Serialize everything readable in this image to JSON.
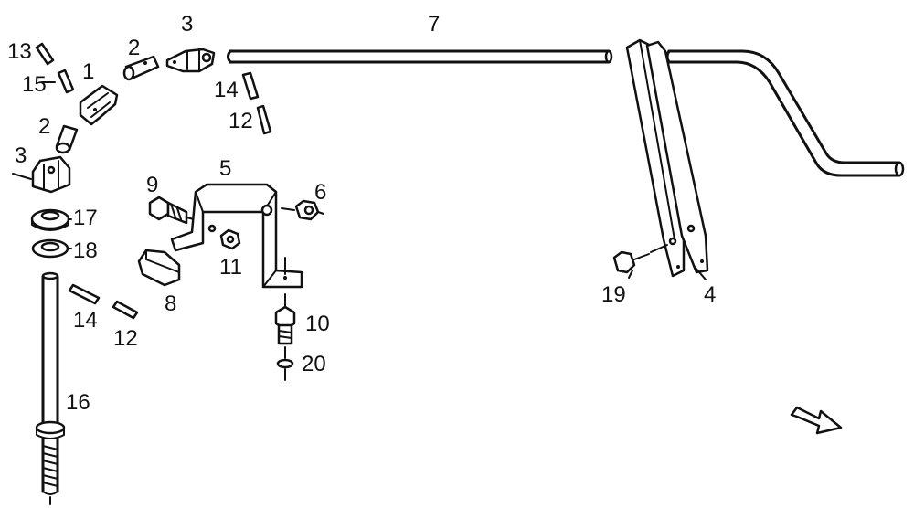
{
  "labels": {
    "l1": "1",
    "l2a": "2",
    "l2b": "2",
    "l3a": "3",
    "l3b": "3",
    "l4": "4",
    "l5": "5",
    "l6": "6",
    "l7": "7",
    "l8": "8",
    "l9": "9",
    "l10": "10",
    "l11": "11",
    "l12a": "12",
    "l12b": "12",
    "l13": "13",
    "l14a": "14",
    "l14b": "14",
    "l15": "15",
    "l16": "16",
    "l17": "17",
    "l18": "18",
    "l19": "19",
    "l20": "20"
  },
  "icons": {
    "direction_arrow": "arrow-right-down-icon"
  }
}
